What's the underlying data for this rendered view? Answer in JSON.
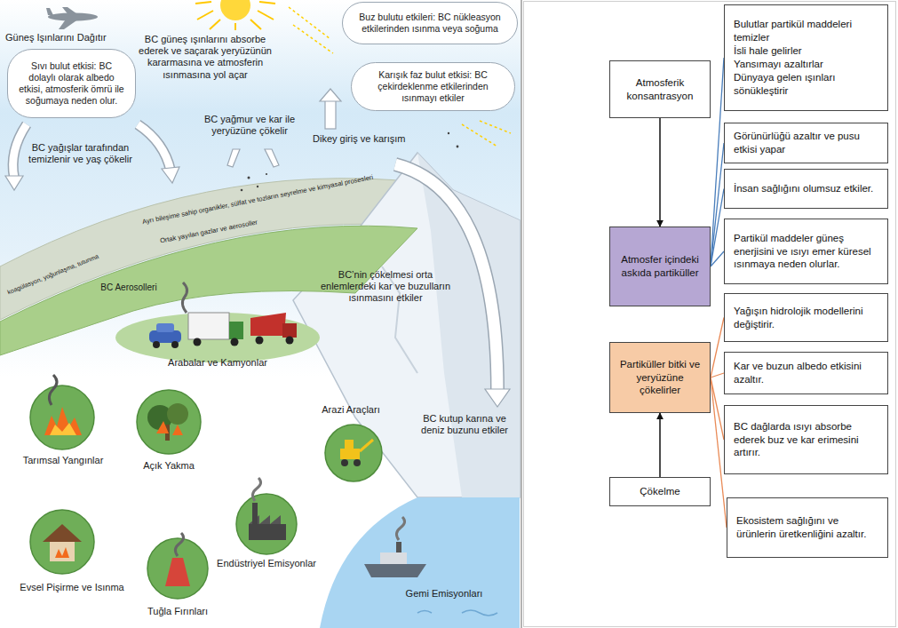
{
  "diagram": {
    "nodes": [
      {
        "text": [
          "Sıvı bulut etkisi: BC dolaylı olarak albedo etkisi, atmosferik ömrü ile soğumaya neden olur."
        ]
      },
      {
        "text": [
          "Buz bulutu etkileri: BC nükleasyon etkilerinden ısınma veya soğuma"
        ]
      },
      {
        "text": [
          "Karışık faz bulut etkisi: BC çekirdeklenme etkilerinden ısınmayı etkiler"
        ]
      },
      {
        "text": [
          "Atmosferik konsantrasyon"
        ]
      },
      {
        "text": [
          "Atmosfer içindeki askıda partiküller"
        ]
      },
      {
        "text": [
          "Partiküller bitki ve yeryüzüne çökelirler"
        ]
      },
      {
        "text": [
          "Çökelme"
        ]
      },
      {
        "text": [
          "Bulutlar partikül maddeleri temizler",
          "İsli hale gelirler",
          "Yansımayı azaltırlar",
          "Dünyaya gelen ışınları sönükleştirir"
        ]
      },
      {
        "text": [
          "Görünürlüğü azaltır ve pusu etkisi yapar"
        ]
      },
      {
        "text": [
          "İnsan sağlığını olumsuz etkiler."
        ]
      },
      {
        "text": [
          "Partikül maddeler güneş enerjisini ve ısıyı emer küresel ısınmaya neden olurlar."
        ]
      },
      {
        "text": [
          "Yağışın hidrolojik modellerini değiştirir."
        ]
      },
      {
        "text": [
          "Kar ve buzun albedo etkisini azaltır."
        ]
      },
      {
        "text": [
          "BC dağlarda ısıyı absorbe ederek buz ve kar erimesini artırır."
        ]
      },
      {
        "text": [
          "Ekosistem sağlığını ve ürünlerin üretkenliğini azaltır."
        ]
      }
    ],
    "edges": [
      {
        "from": 3,
        "to": 4,
        "arrow": "to"
      },
      {
        "from": 6,
        "to": 5,
        "arrow": "to"
      },
      {
        "from": 4,
        "to": 7,
        "arrow": "none"
      },
      {
        "from": 4,
        "to": 8,
        "arrow": "none"
      },
      {
        "from": 4,
        "to": 9,
        "arrow": "none"
      },
      {
        "from": 4,
        "to": 10,
        "arrow": "none"
      },
      {
        "from": 5,
        "to": 11,
        "arrow": "none"
      },
      {
        "from": 5,
        "to": 12,
        "arrow": "none"
      },
      {
        "from": 5,
        "to": 13,
        "arrow": "none"
      },
      {
        "from": 5,
        "to": 14,
        "arrow": "none"
      }
    ],
    "labels": [
      "Güneş Işınlarını Dağıtır",
      "BC güneş ışınlarını absorbe ederek ve saçarak yeryüzünün kararmasına ve atmosferin ısınmasına yol açar",
      "BC yağmur ve kar ile yeryüzüne çökelir",
      "Dikey giriş ve karışım",
      "BC yağışlar tarafından temizlenir ve yaş çökelir",
      "koagülasyon, yoğunlaşma, tutunma",
      "Ayrı bileşime sahip organikler, sülfat ve tozların seyrelme ve kimyasal prosesleri",
      "Ortak yayılan gazlar ve aerosoller",
      "BC’nin çökelmesi orta enlemlerdeki kar ve buzulların ısınmasını etkiler",
      "BC Aerosolleri",
      "Arabalar ve Kamyonlar",
      "Tarımsal Yangınlar",
      "Açık Yakma",
      "Arazi Araçları",
      "BC kutup karına ve deniz buzunu etkiler",
      "Evsel Pişirme ve Isınma",
      "Endüstriyel Emisyonlar",
      "Tuğla Fırınları",
      "Gemi Emisyonları"
    ]
  }
}
